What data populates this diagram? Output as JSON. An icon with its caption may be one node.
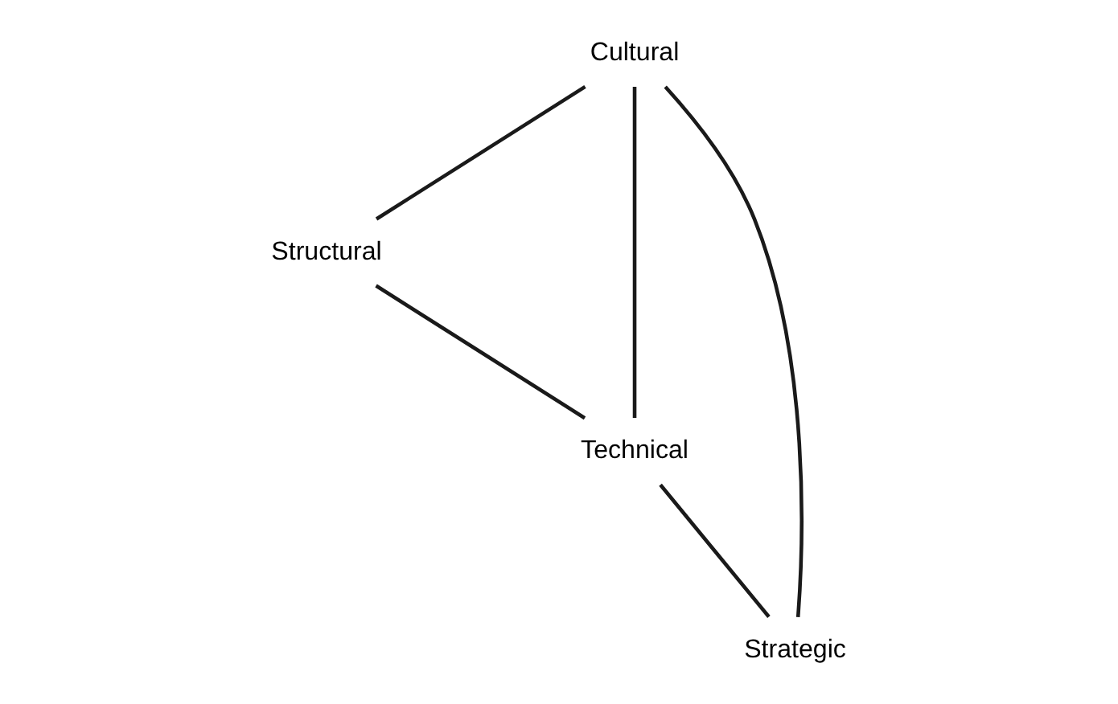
{
  "diagram": {
    "nodes": [
      {
        "text": [
          "Cultural"
        ]
      },
      {
        "text": [
          "Structural"
        ]
      },
      {
        "text": [
          "Technical"
        ]
      },
      {
        "text": [
          "Strategic"
        ]
      }
    ],
    "edges": [
      {
        "from": 0,
        "to": 1,
        "arrow": "none"
      },
      {
        "from": 0,
        "to": 2,
        "arrow": "none"
      },
      {
        "from": 0,
        "to": 3,
        "arrow": "none"
      },
      {
        "from": 1,
        "to": 2,
        "arrow": "none"
      },
      {
        "from": 2,
        "to": 3,
        "arrow": "none"
      }
    ]
  }
}
